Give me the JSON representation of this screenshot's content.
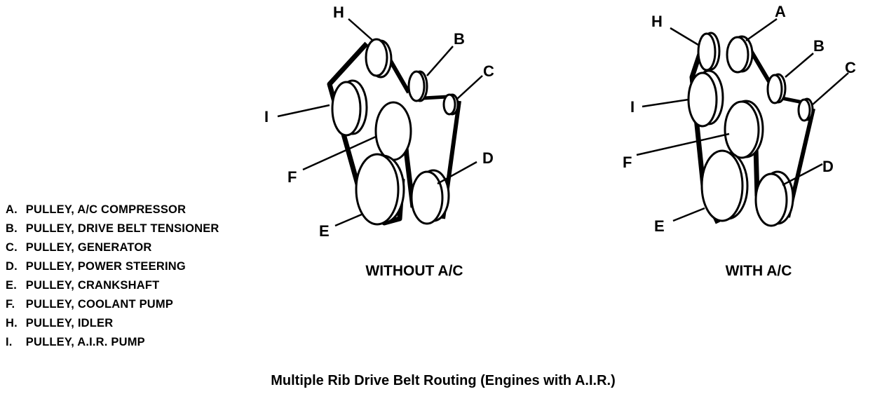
{
  "views": [
    {
      "title": "WITHOUT A/C",
      "callouts": [
        "H",
        "B",
        "C",
        "I",
        "D",
        "F",
        "E"
      ]
    },
    {
      "title": "WITH A/C",
      "callouts": [
        "H",
        "A",
        "B",
        "C",
        "I",
        "F",
        "D",
        "E"
      ]
    }
  ],
  "legend": [
    {
      "key": "A.",
      "text": "PULLEY, A/C COMPRESSOR"
    },
    {
      "key": "B.",
      "text": "PULLEY, DRIVE BELT TENSIONER"
    },
    {
      "key": "C.",
      "text": "PULLEY, GENERATOR"
    },
    {
      "key": "D.",
      "text": "PULLEY, POWER STEERING"
    },
    {
      "key": "E.",
      "text": "PULLEY, CRANKSHAFT"
    },
    {
      "key": "F.",
      "text": "PULLEY, COOLANT PUMP"
    },
    {
      "key": "H.",
      "text": "PULLEY, IDLER"
    },
    {
      "key": "I.",
      "text": "PULLEY, A.I.R. PUMP"
    }
  ],
  "caption": "Multiple Rib Drive Belt Routing (Engines with A.I.R.)"
}
